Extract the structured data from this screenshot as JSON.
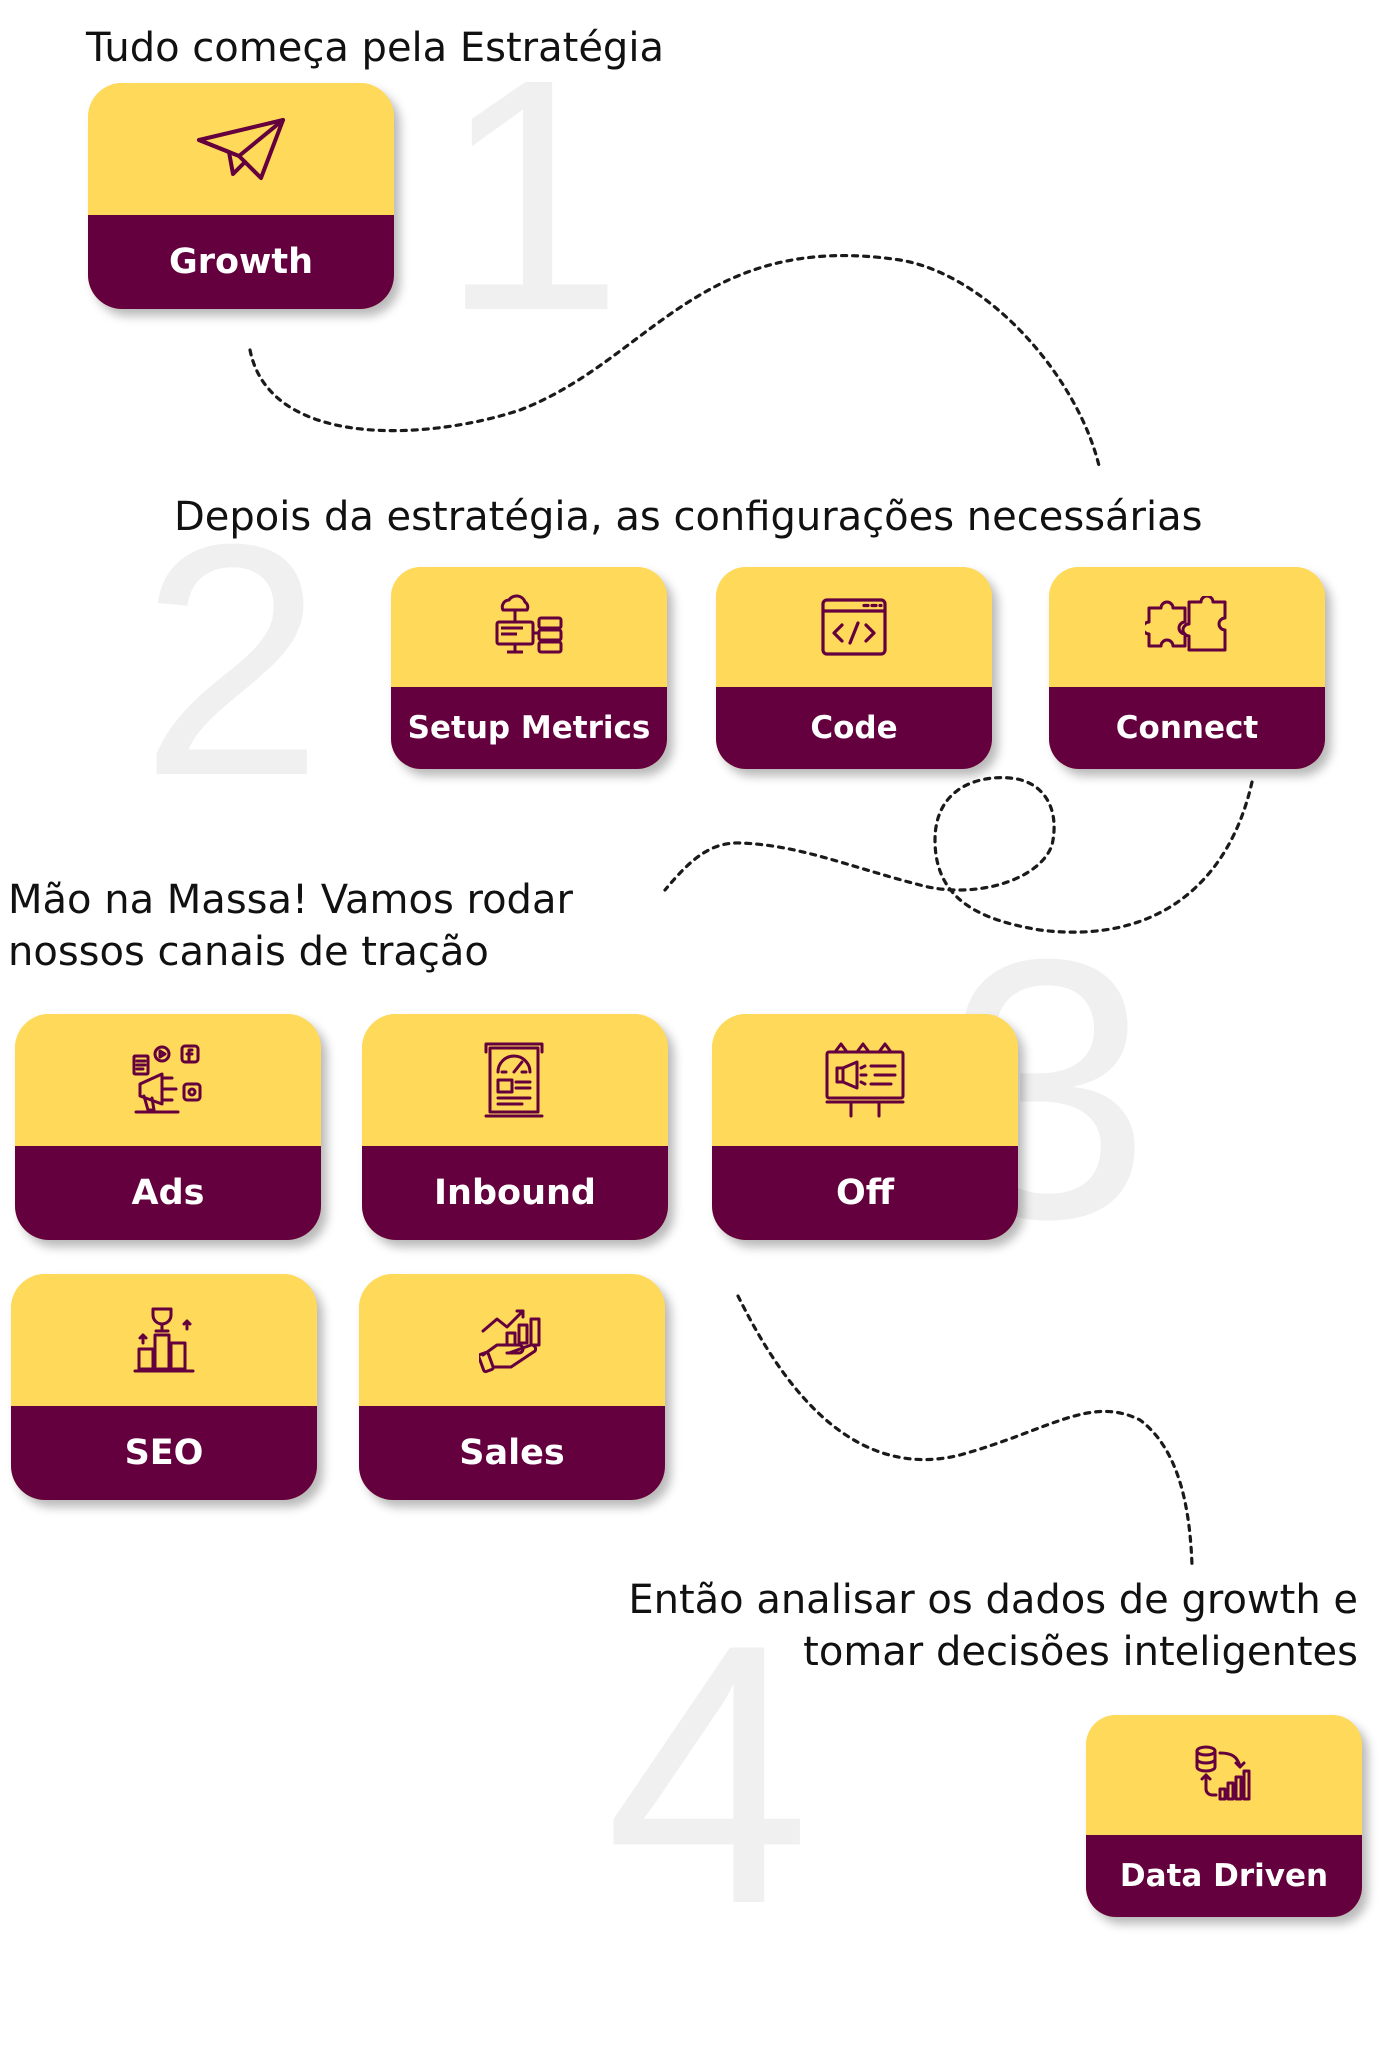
{
  "background_numbers": [
    "1",
    "2",
    "3",
    "4"
  ],
  "steps": [
    {
      "heading": [
        "Tudo começa pela Estratégia"
      ]
    },
    {
      "heading": [
        "Depois da estratégia, as configurações necessárias"
      ]
    },
    {
      "heading": [
        "Mão na Massa! Vamos rodar",
        "nossos canais de tração"
      ]
    },
    {
      "heading": [
        "Então analisar os dados de growth e",
        "tomar decisões inteligentes"
      ]
    }
  ],
  "cards": {
    "growth": {
      "label": "Growth",
      "icon": "paper-plane-icon"
    },
    "setup_metrics": {
      "label": "Setup Metrics",
      "icon": "cloud-server-icon"
    },
    "code": {
      "label": "Code",
      "icon": "code-window-icon"
    },
    "connect": {
      "label": "Connect",
      "icon": "puzzle-icon"
    },
    "ads": {
      "label": "Ads",
      "icon": "megaphone-social-icon"
    },
    "inbound": {
      "label": "Inbound",
      "icon": "content-gauge-icon"
    },
    "off": {
      "label": "Off",
      "icon": "billboard-icon"
    },
    "seo": {
      "label": "SEO",
      "icon": "ranking-trophy-icon"
    },
    "sales": {
      "label": "Sales",
      "icon": "hand-growth-chart-icon"
    },
    "data_driven": {
      "label": "Data Driven",
      "icon": "database-chart-icon"
    }
  },
  "colors": {
    "card_top": "#ffd95a",
    "card_bottom": "#63003d",
    "icon": "#63003d",
    "background_number": "#f0f0f0",
    "text": "#111111"
  }
}
